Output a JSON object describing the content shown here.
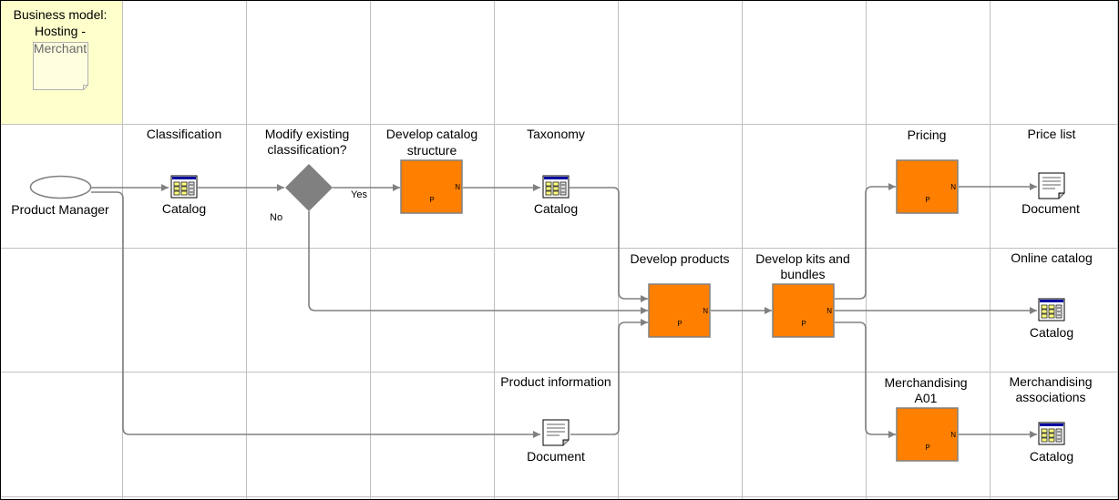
{
  "header": {
    "line1": "Business model:",
    "line2": "Hosting -",
    "line3": "Merchant"
  },
  "colors": {
    "process_fill": "#ff8000",
    "process_stroke": "#808080",
    "decision_fill": "#808080",
    "connector": "#808080",
    "header_bg": "#ffffcc",
    "grid": "#c0c0c0"
  },
  "nodes": {
    "start": {
      "label": "Product Manager"
    },
    "classification": {
      "title": "Classification",
      "label": "Catalog",
      "icon": "catalog-icon"
    },
    "decision": {
      "title_line1": "Modify existing",
      "title_line2": "classification?",
      "yes": "Yes",
      "no": "No"
    },
    "develop_catalog": {
      "title_line1": "Develop catalog",
      "title_line2": "structure",
      "p": "P",
      "n": "N"
    },
    "taxonomy": {
      "title": "Taxonomy",
      "label": "Catalog",
      "icon": "catalog-icon"
    },
    "pricing": {
      "title": "Pricing",
      "p": "P",
      "n": "N"
    },
    "price_list": {
      "title": "Price list",
      "label": "Document",
      "icon": "document-icon"
    },
    "develop_products": {
      "title": "Develop products",
      "p": "P",
      "n": "N"
    },
    "develop_kits": {
      "title_line1": "Develop kits and",
      "title_line2": "bundles",
      "p": "P",
      "n": "N"
    },
    "online_catalog": {
      "title": "Online catalog",
      "label": "Catalog",
      "icon": "catalog-icon"
    },
    "product_info": {
      "title": "Product information",
      "label": "Document",
      "icon": "document-icon"
    },
    "merchandising": {
      "title_line1": "Merchandising",
      "title_line2": "A01",
      "p": "P",
      "n": "N"
    },
    "merch_assoc": {
      "title_line1": "Merchandising",
      "title_line2": "associations",
      "label": "Catalog",
      "icon": "catalog-icon"
    }
  }
}
